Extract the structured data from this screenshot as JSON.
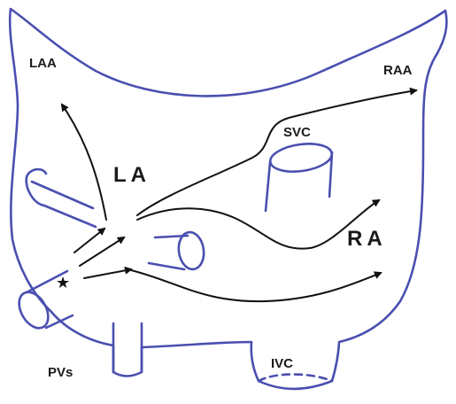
{
  "labels": {
    "laa": "LAA",
    "raa": "RAA",
    "la": "LA",
    "svc": "SVC",
    "ra": "RA",
    "pvs": "PVs",
    "ivc": "IVC"
  },
  "origin_marker": "★",
  "colors": {
    "outline": "#4a4fb0",
    "conduction_paths": "#111111",
    "labels": "#1a1a1a"
  }
}
